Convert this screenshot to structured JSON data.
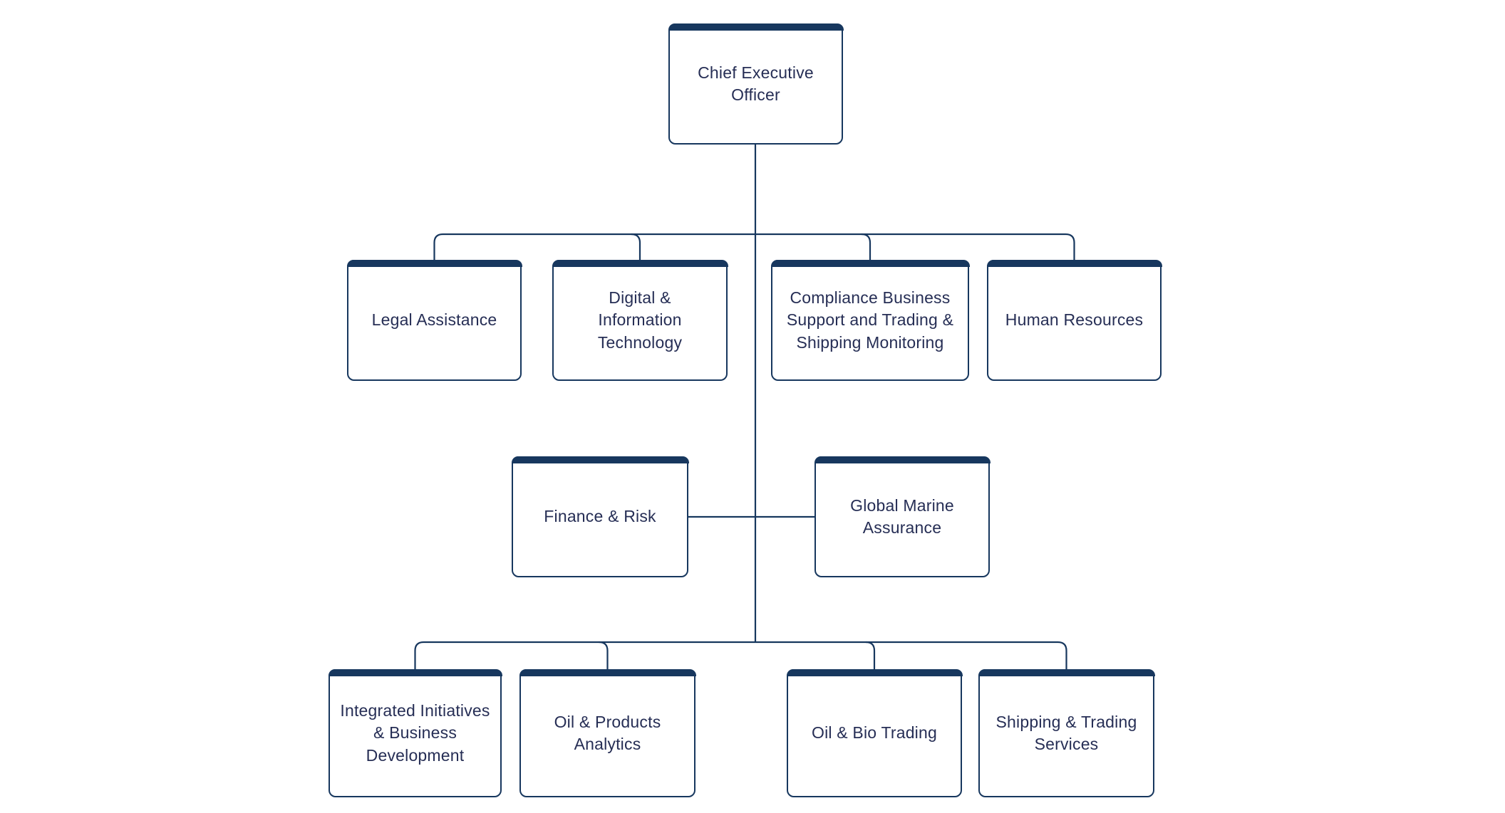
{
  "colors": {
    "accent_navy": "#17375e",
    "label_text": "#262e55",
    "node_fill": "#ffffff",
    "background": "#ffffff"
  },
  "org_chart": {
    "type": "org-chart",
    "root_id": "ceo",
    "nodes": {
      "ceo": {
        "label": "Chief Executive\nOfficer",
        "reports_to": null
      },
      "legal": {
        "label": "Legal Assistance",
        "reports_to": "ceo"
      },
      "digital": {
        "label": "Digital &\nInformation\nTechnology",
        "reports_to": "ceo"
      },
      "compliance": {
        "label": "Compliance Business\nSupport and Trading &\nShipping Monitoring",
        "reports_to": "ceo"
      },
      "hr": {
        "label": "Human Resources",
        "reports_to": "ceo"
      },
      "finance": {
        "label": "Finance & Risk",
        "reports_to": "ceo"
      },
      "marine": {
        "label": "Global Marine\nAssurance",
        "reports_to": "ceo"
      },
      "integrated": {
        "label": "Integrated Initiatives\n& Business\nDevelopment",
        "reports_to": "ceo"
      },
      "oil_products": {
        "label": "Oil & Products\nAnalytics",
        "reports_to": "ceo"
      },
      "oil_bio": {
        "label": "Oil & Bio Trading",
        "reports_to": "ceo"
      },
      "shipping": {
        "label": "Shipping & Trading\nServices",
        "reports_to": "ceo"
      }
    }
  }
}
